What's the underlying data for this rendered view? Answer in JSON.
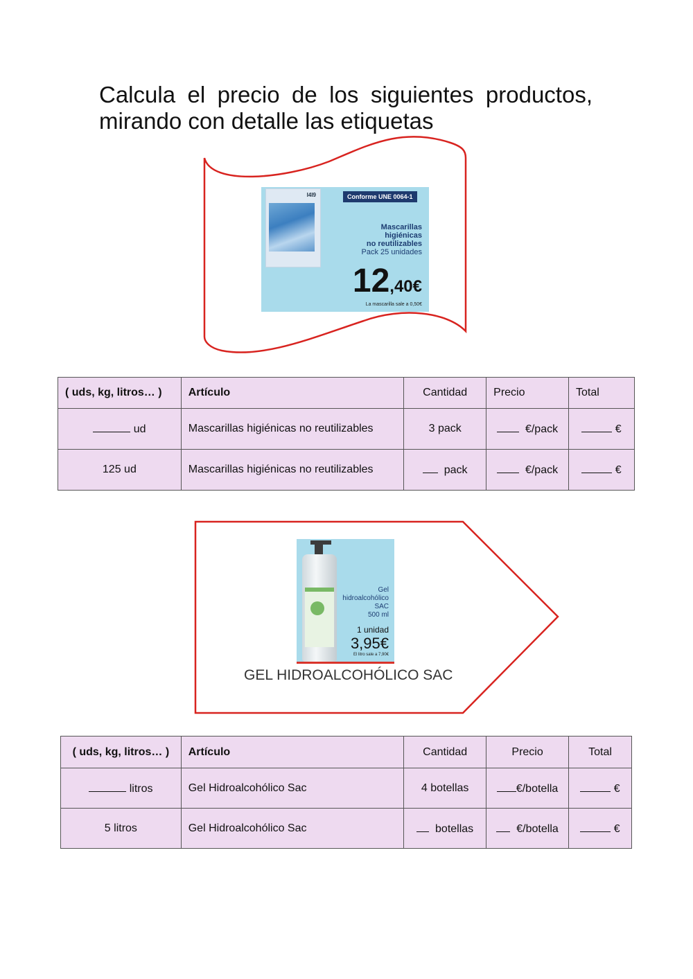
{
  "title_lines": [
    "Calcula el precio de los siguientes productos,",
    "mirando con detalle las etiquetas"
  ],
  "colors": {
    "frame": "#d8231f",
    "table_bg": "#eedaf0",
    "promo_bg": "#a9dbeb"
  },
  "promo_masks": {
    "badge": "Conforme UNE 0064-1",
    "pkg_label": "I4I9",
    "line1": "Mascarillas",
    "line2": "higiénicas",
    "line3": "no reutilizables",
    "line4": "Pack 25 unidades",
    "price_main": "12",
    "price_cents": ",40€",
    "note": "La mascarilla sale a 0,50€"
  },
  "table1": {
    "headers": [
      "( uds,  kg,  litros… )",
      "Artículo",
      "Cantidad",
      "Precio",
      "Total"
    ],
    "row1": {
      "units_suffix": "ud",
      "article": "Mascarillas higiénicas no reutilizables",
      "qty": "3 pack",
      "price_suffix": "€/pack",
      "total_suffix": "€"
    },
    "row2": {
      "units": "125 ud",
      "article": "Mascarillas higiénicas no reutilizables",
      "qty_suffix": "pack",
      "price_suffix": "€/pack",
      "total_suffix": "€"
    }
  },
  "promo_gel": {
    "line1": "Gel",
    "line2": "hidroalcohólico",
    "line3": "SAC",
    "line4": "500 ml",
    "qty": "1 unidad",
    "price": "3,95€",
    "note": "El litro sale a 7,90€",
    "caption": "GEL HIDROALCOHÓLICO SAC"
  },
  "table2": {
    "headers": [
      "( uds,  kg,  litros… )",
      "Artículo",
      "Cantidad",
      "Precio",
      "Total"
    ],
    "row1": {
      "units_suffix": "litros",
      "article": "Gel Hidroalcohólico Sac",
      "qty": "4 botellas",
      "price_suffix": "€/botella",
      "total_suffix": "€"
    },
    "row2": {
      "units": "5 litros",
      "article": "Gel Hidroalcohólico Sac",
      "qty_suffix": "botellas",
      "price_suffix": "€/botella",
      "total_suffix": "€"
    }
  }
}
